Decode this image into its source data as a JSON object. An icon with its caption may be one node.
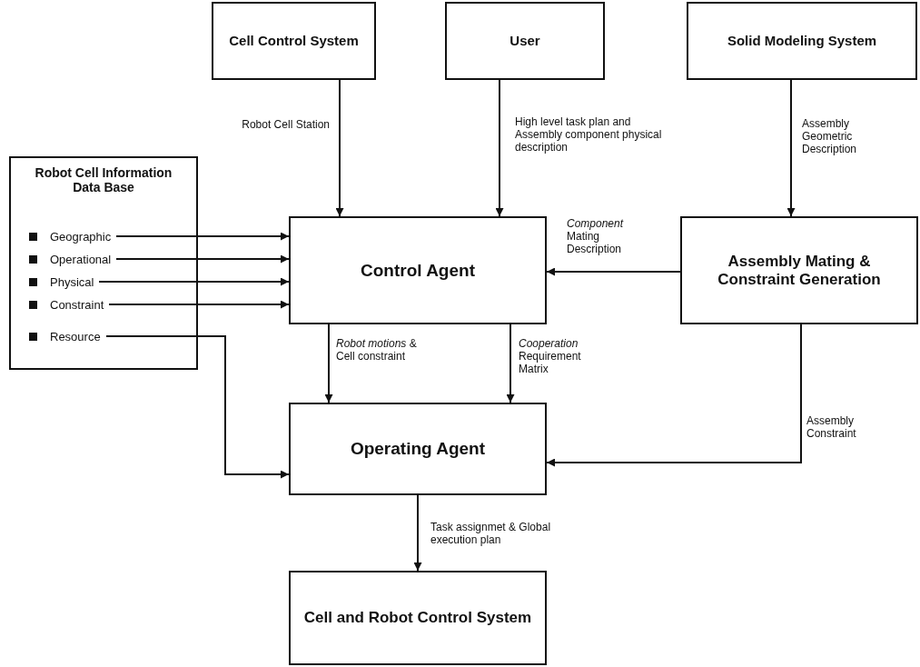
{
  "diagram": {
    "nodes": [
      {
        "text": [
          "Robot Cell Information Data Base"
        ]
      },
      {
        "text": [
          "Geographic"
        ],
        "in": 0
      },
      {
        "text": [
          "Operational"
        ],
        "in": 0
      },
      {
        "text": [
          "Physical"
        ],
        "in": 0
      },
      {
        "text": [
          "Constraint"
        ],
        "in": 0
      },
      {
        "text": [
          "Resource"
        ],
        "in": 0
      },
      {
        "text": [
          "Cell Control System"
        ]
      },
      {
        "text": [
          "User"
        ]
      },
      {
        "text": [
          "Solid Modeling System"
        ]
      },
      {
        "text": [
          "Control Agent"
        ]
      },
      {
        "text": [
          "Assembly Mating & Constraint Generation"
        ]
      },
      {
        "text": [
          "Operating Agent"
        ]
      },
      {
        "text": [
          "Cell and Robot Control System"
        ]
      }
    ],
    "edges": [
      {
        "from": 6,
        "to": 9,
        "arrow": "to",
        "label": "Robot Cell Station"
      },
      {
        "from": 7,
        "to": 9,
        "arrow": "to",
        "label": "High level task plan and Assembly component physical description"
      },
      {
        "from": 8,
        "to": 10,
        "arrow": "to",
        "label": "Assembly Geometric Description"
      },
      {
        "from": 1,
        "to": 9,
        "arrow": "to"
      },
      {
        "from": 2,
        "to": 9,
        "arrow": "to"
      },
      {
        "from": 3,
        "to": 9,
        "arrow": "to"
      },
      {
        "from": 4,
        "to": 9,
        "arrow": "to"
      },
      {
        "from": 10,
        "to": 9,
        "arrow": "to",
        "label": "*Component* Mating Description"
      },
      {
        "from": 9,
        "to": 11,
        "arrow": "to",
        "label": "*Robot motions* & Cell constraint"
      },
      {
        "from": 9,
        "to": 11,
        "arrow": "to",
        "label": "*Cooperation* Requirement Matrix"
      },
      {
        "from": 5,
        "to": 11,
        "arrow": "to"
      },
      {
        "from": 10,
        "to": 11,
        "arrow": "to",
        "label": "Assembly Constraint"
      },
      {
        "from": 11,
        "to": 12,
        "arrow": "to",
        "label": "Task assignmet & Global execution plan"
      }
    ]
  }
}
